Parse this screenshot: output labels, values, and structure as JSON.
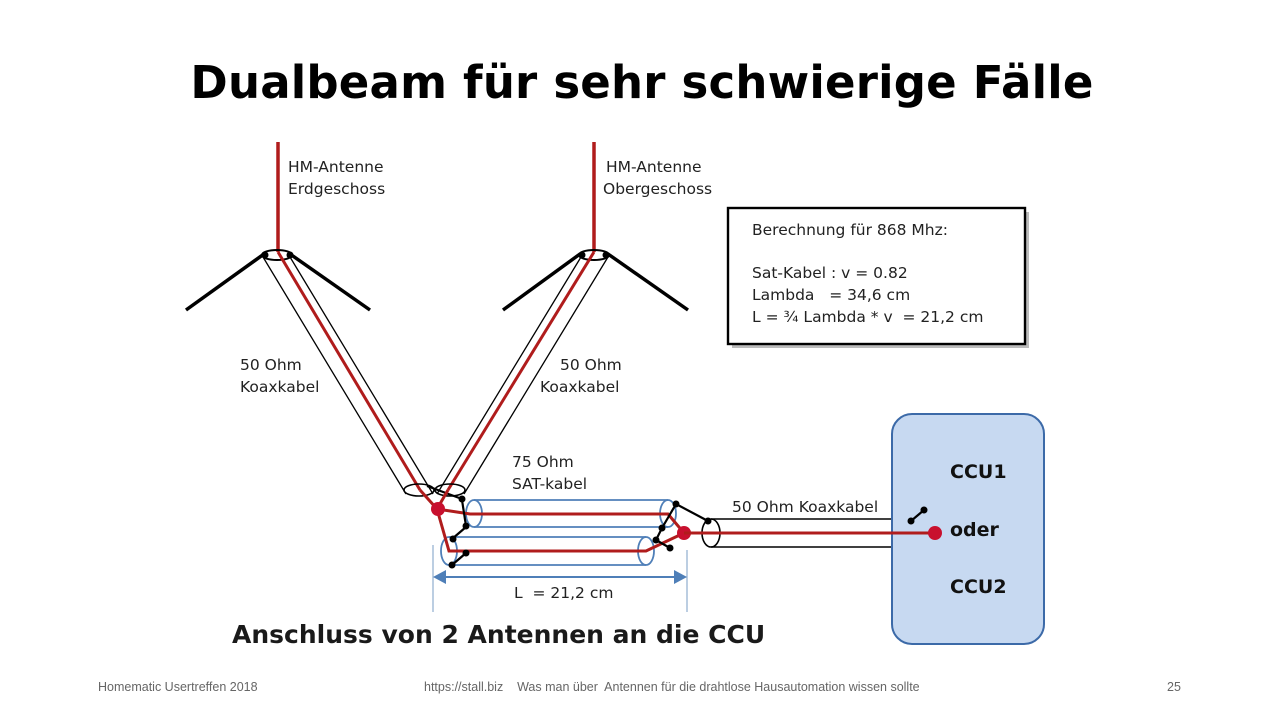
{
  "slide": {
    "title": "Dualbeam für sehr schwierige Fälle"
  },
  "diagram": {
    "antenna_left": {
      "line1": "HM-Antenne",
      "line2": "Erdgeschoss"
    },
    "antenna_right": {
      "line1": "HM-Antenne",
      "line2": "Obergeschoss"
    },
    "coax_left": {
      "line1": "50 Ohm",
      "line2": "Koaxkabel"
    },
    "coax_right": {
      "line1": "50 Ohm",
      "line2": "Koaxkabel"
    },
    "sat_cable": {
      "line1": "75 Ohm",
      "line2": "SAT-kabel"
    },
    "coax_ccu": "50 Ohm Koaxkabel",
    "length_label": "L  = 21,2 cm",
    "calc_box": {
      "title": "Berechnung für 868 Mhz:",
      "line1": "Sat-Kabel : v = 0.82",
      "line2": "Lambda   = 34,6 cm",
      "line3": "L = ¾ Lambda * v  = 21,2 cm"
    },
    "ccu": {
      "top": "CCU1",
      "middle": "oder",
      "bottom": "CCU2"
    },
    "caption": "Anschluss von 2 Antennen an die CCU",
    "colors": {
      "conductor": "#b01c1c",
      "sat_outline": "#4f7fb8",
      "ccu_fill": "#c7d9f1",
      "ccu_stroke": "#3c6aa8"
    }
  },
  "footer": {
    "left": "Homematic Usertreffen 2018",
    "center": "https://stall.biz    Was man über  Antennen für die drahtlose Hausautomation wissen sollte",
    "page": "25"
  }
}
